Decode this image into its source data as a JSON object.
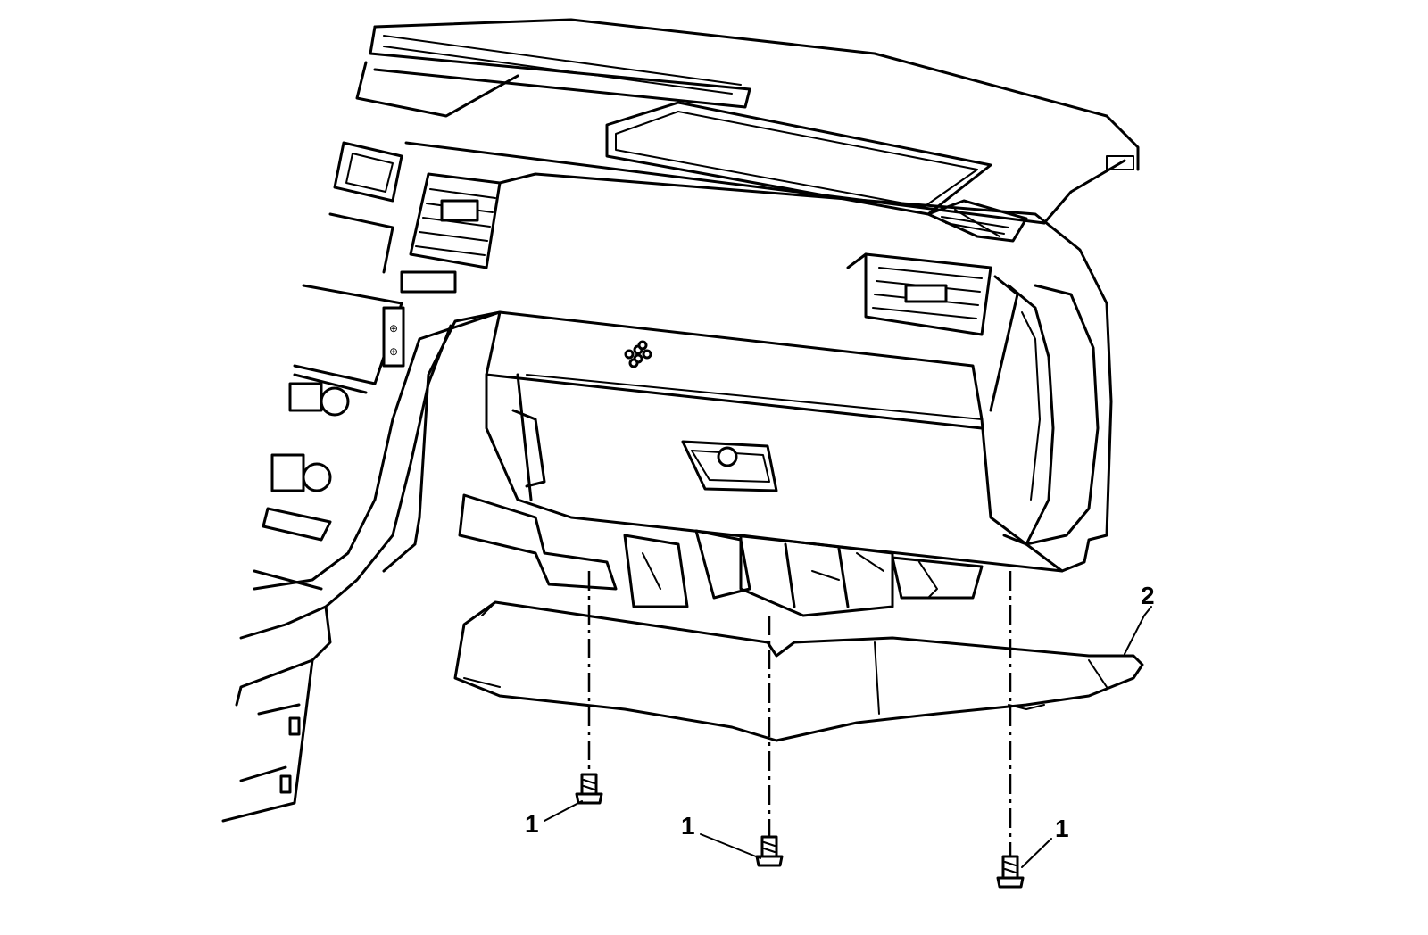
{
  "diagram": {
    "callouts": [
      {
        "id": "fastener-left",
        "label": "1"
      },
      {
        "id": "fastener-center",
        "label": "1"
      },
      {
        "id": "fastener-right",
        "label": "1"
      },
      {
        "id": "knee-bolster-panel",
        "label": "2"
      }
    ]
  }
}
